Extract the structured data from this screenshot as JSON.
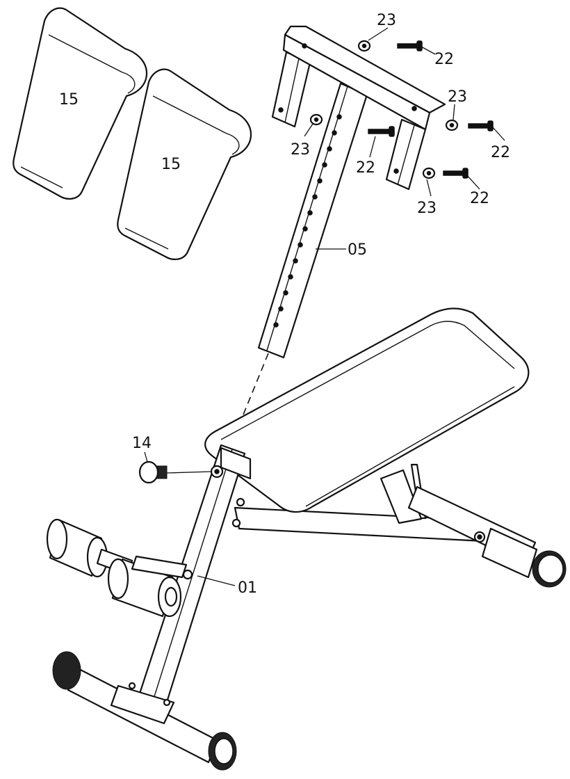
{
  "labels": {
    "pad_left": "15",
    "pad_right": "15",
    "washer_top": "23",
    "bolt_top": "22",
    "washer_right_upper": "23",
    "bolt_right_upper": "22",
    "washer_left": "23",
    "bolt_middle": "22",
    "bolt_right_lower": "22",
    "washer_right_lower": "23",
    "upright_tube": "05",
    "knob": "14",
    "main_frame": "01"
  }
}
